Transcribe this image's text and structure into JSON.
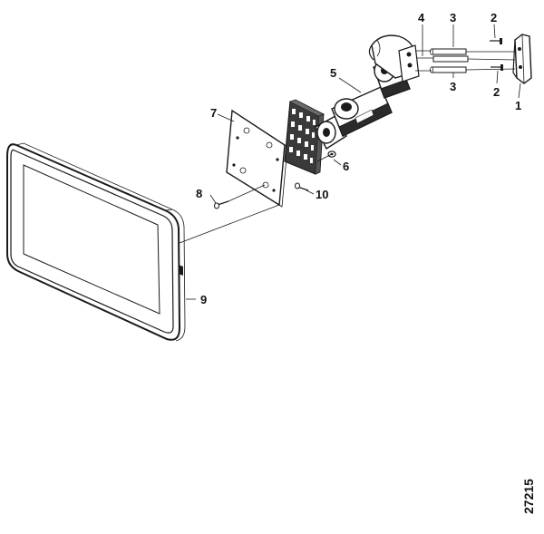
{
  "callouts": [
    {
      "id": "c1",
      "text": "1"
    },
    {
      "id": "c2a",
      "text": "2"
    },
    {
      "id": "c2b",
      "text": "2"
    },
    {
      "id": "c3a",
      "text": "3"
    },
    {
      "id": "c3b",
      "text": "3"
    },
    {
      "id": "c4",
      "text": "4"
    },
    {
      "id": "c5",
      "text": "5"
    },
    {
      "id": "c6",
      "text": "6"
    },
    {
      "id": "c7",
      "text": "7"
    },
    {
      "id": "c8",
      "text": "8"
    },
    {
      "id": "c9",
      "text": "9"
    },
    {
      "id": "c10",
      "text": "10"
    }
  ],
  "reference_number": "27215",
  "colors": {
    "line": "#1a1a1a",
    "screen": "#ffffff",
    "bezel": "#2b2b2b",
    "part_fill": "#f4f4f4"
  }
}
